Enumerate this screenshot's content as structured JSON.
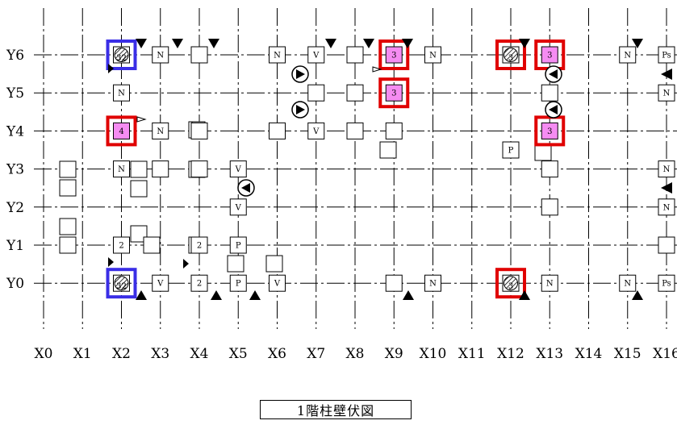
{
  "title": "1階柱壁伏図",
  "x_labels": [
    "X0",
    "X1",
    "X2",
    "X3",
    "X4",
    "X5",
    "X6",
    "X7",
    "X8",
    "X9",
    "X10",
    "X11",
    "X12",
    "X13",
    "X14",
    "X15",
    "X16"
  ],
  "y_labels": [
    "Y6",
    "Y5",
    "Y4",
    "Y3",
    "Y2",
    "Y1",
    "Y0"
  ],
  "colors": {
    "line": "#000000",
    "highlight_red": "#e00000",
    "highlight_blue": "#3a2ee6",
    "fill_pink": "#f58cf2"
  },
  "markers": [
    {
      "x": 2,
      "y": 6,
      "kind": "hatched",
      "label": "32",
      "frame": "blue"
    },
    {
      "x": 3,
      "y": 6,
      "kind": "box",
      "label": "N"
    },
    {
      "x": 4,
      "y": 6,
      "kind": "box",
      "label": ""
    },
    {
      "x": 6,
      "y": 6,
      "kind": "box",
      "label": "N"
    },
    {
      "x": 7,
      "y": 6,
      "kind": "box",
      "label": "V"
    },
    {
      "x": 8,
      "y": 6,
      "kind": "box",
      "label": ""
    },
    {
      "x": 9,
      "y": 6,
      "kind": "pink",
      "label": "3",
      "frame": "red"
    },
    {
      "x": 10,
      "y": 6,
      "kind": "box",
      "label": "N"
    },
    {
      "x": 12,
      "y": 6,
      "kind": "hatched",
      "label": "3",
      "frame": "red"
    },
    {
      "x": 13,
      "y": 6,
      "kind": "pink",
      "label": "3",
      "frame": "red"
    },
    {
      "x": 15,
      "y": 6,
      "kind": "box",
      "label": "N"
    },
    {
      "x": 16,
      "y": 6,
      "kind": "box",
      "label": "Ps"
    },
    {
      "x": 2,
      "y": 5,
      "kind": "box",
      "label": "N"
    },
    {
      "x": 7,
      "y": 5,
      "kind": "box",
      "label": ""
    },
    {
      "x": 8,
      "y": 5,
      "kind": "box",
      "label": ""
    },
    {
      "x": 9,
      "y": 5,
      "kind": "pink",
      "label": "3",
      "frame": "red"
    },
    {
      "x": 13,
      "y": 5,
      "kind": "box",
      "label": ""
    },
    {
      "x": 16,
      "y": 5,
      "kind": "box",
      "label": "N"
    },
    {
      "x": 2,
      "y": 4,
      "kind": "pink",
      "label": "4",
      "frame": "red"
    },
    {
      "x": 3,
      "y": 4,
      "kind": "box",
      "label": "N"
    },
    {
      "x": 4,
      "y": 4,
      "kind": "box",
      "label": ""
    },
    {
      "x": 6,
      "y": 4,
      "kind": "box",
      "label": ""
    },
    {
      "x": 7,
      "y": 4,
      "kind": "box",
      "label": "V"
    },
    {
      "x": 8,
      "y": 4,
      "kind": "box",
      "label": ""
    },
    {
      "x": 9,
      "y": 4,
      "kind": "box",
      "label": ""
    },
    {
      "x": 13,
      "y": 4,
      "kind": "pink",
      "label": "3",
      "frame": "red"
    },
    {
      "x": 2,
      "y": 3,
      "kind": "box",
      "label": "N"
    },
    {
      "x": 3,
      "y": 3,
      "kind": "box",
      "label": ""
    },
    {
      "x": 4,
      "y": 3,
      "kind": "box",
      "label": ""
    },
    {
      "x": 5,
      "y": 3,
      "kind": "box",
      "label": "V"
    },
    {
      "x": 13,
      "y": 3,
      "kind": "box",
      "label": ""
    },
    {
      "x": 16,
      "y": 3,
      "kind": "box",
      "label": "N"
    },
    {
      "x": 5,
      "y": 2,
      "kind": "box",
      "label": "V"
    },
    {
      "x": 13,
      "y": 2,
      "kind": "box",
      "label": ""
    },
    {
      "x": 16,
      "y": 2,
      "kind": "box",
      "label": "N"
    },
    {
      "x": 2,
      "y": 1,
      "kind": "box",
      "label": "2"
    },
    {
      "x": 4,
      "y": 1,
      "kind": "box",
      "label": "2"
    },
    {
      "x": 5,
      "y": 1,
      "kind": "box",
      "label": "P"
    },
    {
      "x": 16,
      "y": 1,
      "kind": "box",
      "label": ""
    },
    {
      "x": 2,
      "y": 0,
      "kind": "hatched",
      "label": "32",
      "frame": "blue"
    },
    {
      "x": 3,
      "y": 0,
      "kind": "box",
      "label": "V"
    },
    {
      "x": 4,
      "y": 0,
      "kind": "box",
      "label": "2"
    },
    {
      "x": 5,
      "y": 0,
      "kind": "box",
      "label": "P"
    },
    {
      "x": 6,
      "y": 0,
      "kind": "box",
      "label": "V"
    },
    {
      "x": 9,
      "y": 0,
      "kind": "box",
      "label": ""
    },
    {
      "x": 10,
      "y": 0,
      "kind": "box",
      "label": "N"
    },
    {
      "x": 12,
      "y": 0,
      "kind": "hatched",
      "label": "3",
      "frame": "red"
    },
    {
      "x": 13,
      "y": 0,
      "kind": "box",
      "label": "N"
    },
    {
      "x": 15,
      "y": 0,
      "kind": "box",
      "label": "N"
    },
    {
      "x": 16,
      "y": 0,
      "kind": "box",
      "label": "Ps"
    },
    {
      "x": 12,
      "y": 3.5,
      "kind": "box",
      "label": "P"
    }
  ]
}
